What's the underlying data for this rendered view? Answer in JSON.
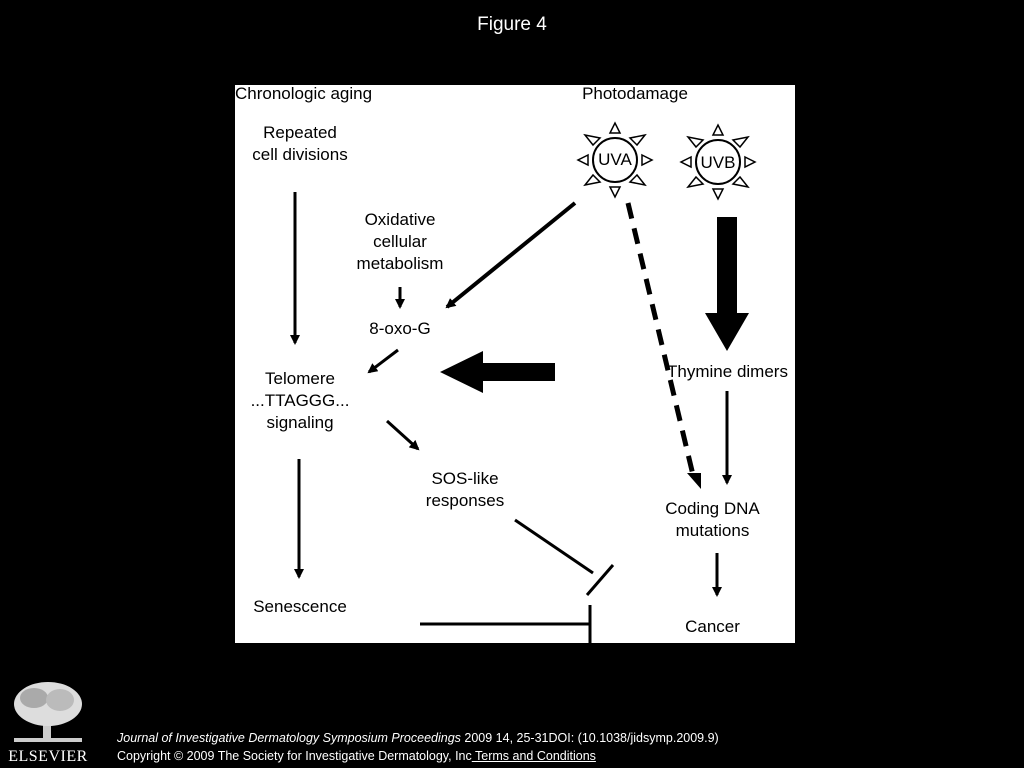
{
  "figure_title": "Figure 4",
  "diagram": {
    "chronologic_aging": "Chronologic aging",
    "photodamage": "Photodamage",
    "repeated_cell_divisions": [
      "Repeated",
      "cell divisions"
    ],
    "oxidative_metabolism": [
      "Oxidative",
      "cellular",
      "metabolism"
    ],
    "oxo_g": "8-oxo-G",
    "telomere": [
      "Telomere",
      "...TTAGGG...",
      "signaling"
    ],
    "sos_like": [
      "SOS-like",
      "responses"
    ],
    "senescence": "Senescence",
    "thymine_dimers": "Thymine dimers",
    "coding_dna": [
      "Coding DNA",
      "mutations"
    ],
    "cancer": "Cancer",
    "uva": "UVA",
    "uvb": "UVB"
  },
  "footer": {
    "journal": "Journal of Investigative Dermatology Symposium Proceedings",
    "citation": " 2009 14, 25-31DOI: (10.1038/jidsymp.2009.9)",
    "copyright": "Copyright © 2009 The Society for Investigative Dermatology, Inc",
    "terms_link": " Terms and Conditions"
  },
  "logo": {
    "text": "ELSEVIER"
  }
}
